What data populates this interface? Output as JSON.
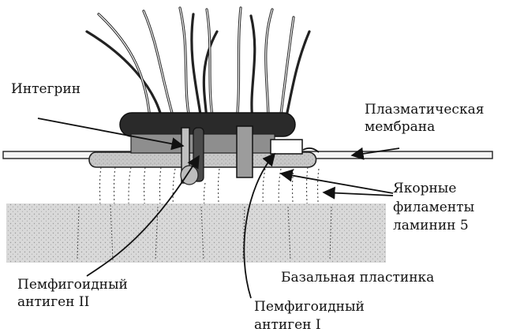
{
  "labels": {
    "integrin": "Интегрин",
    "plasma_membrane_line1": "Плазматическая",
    "plasma_membrane_line2": "мембрана",
    "anchoring_line1": "Якорные",
    "anchoring_line2": "филаменты",
    "anchoring_line3": "ламинин 5",
    "basal_lamina": "Базальная пластинка",
    "pemphigoid2_line1": "Пемфигоидный",
    "pemphigoid2_line2": "антиген II",
    "pemphigoid1_line1": "Пемфигоидный",
    "pemphigoid1_line2": "антиген I"
  },
  "colors": {
    "ink": "#111111",
    "plaque": "#2a2a2a",
    "membrane_fill": "#cfcfcf",
    "basal_fill": "#d6d6d6",
    "integrin_fill": "#9a9a9a"
  }
}
